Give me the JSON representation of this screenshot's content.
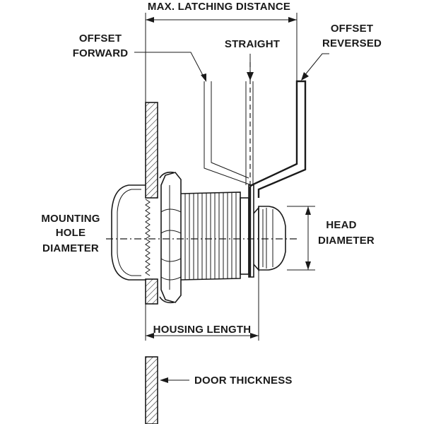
{
  "labels": {
    "max_latching_distance": "MAX. LATCHING DISTANCE",
    "offset_forward_1": "OFFSET",
    "offset_forward_2": "FORWARD",
    "straight": "STRAIGHT",
    "offset_reversed_1": "OFFSET",
    "offset_reversed_2": "REVERSED",
    "mounting_hole_1": "MOUNTING",
    "mounting_hole_2": "HOLE",
    "mounting_hole_3": "DIAMETER",
    "head_diameter_1": "HEAD",
    "head_diameter_2": "DIAMETER",
    "housing_length": "HOUSING LENGTH",
    "door_thickness": "DOOR THICKNESS"
  }
}
